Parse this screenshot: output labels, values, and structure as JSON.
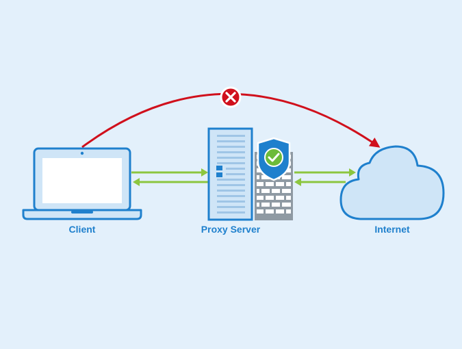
{
  "labels": {
    "client": "Client",
    "proxy": "Proxy Server",
    "internet": "Internet"
  },
  "icons": {
    "client": "laptop-icon",
    "proxy": "server-icon",
    "firewall": "firewall-icon",
    "shield": "shield-check-icon",
    "internet": "cloud-icon",
    "blocked": "blocked-x-icon"
  },
  "colors": {
    "background": "#e3f0fb",
    "outline": "#1f80cd",
    "label": "#1f80cd",
    "device_fill": "#cfe5f7",
    "arrow_allowed": "#8cc63f",
    "arrow_blocked": "#d0101c",
    "firewall_gray": "#8f9aa3",
    "check": "#6dbb3a"
  }
}
